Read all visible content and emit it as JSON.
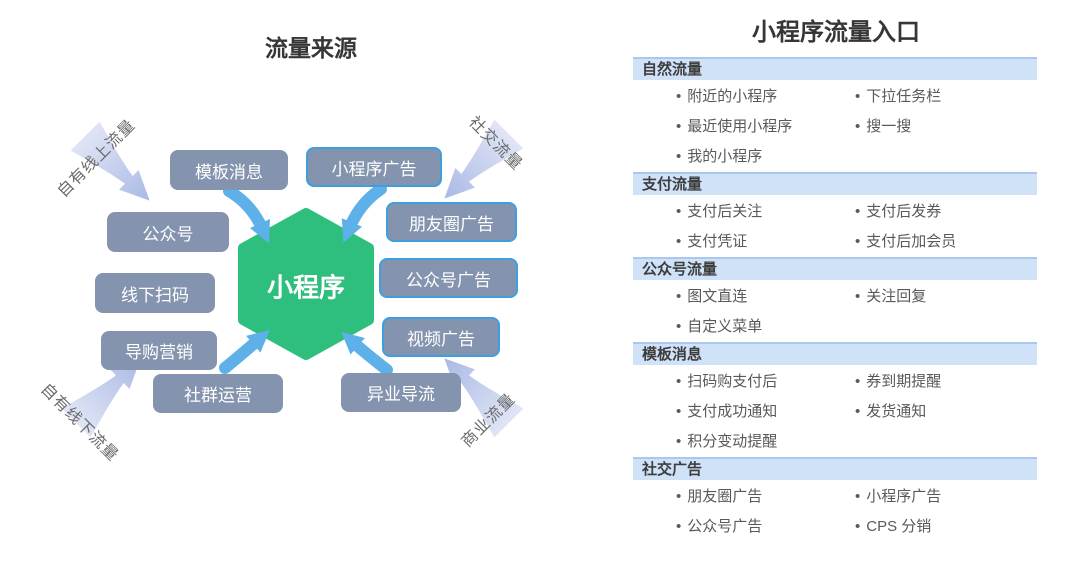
{
  "left_diagram": {
    "title": "流量来源",
    "center_label": "小程序",
    "boxes": {
      "template_message": "模板消息",
      "miniprogram_ad": "小程序广告",
      "official_account": "公众号",
      "moments_ad": "朋友圈广告",
      "offline_scan": "线下扫码",
      "official_account_ad": "公众号广告",
      "shopping_guide": "导购营销",
      "video_ad": "视频广告",
      "community_ops": "社群运营",
      "cross_industry": "异业导流"
    },
    "corner_labels": {
      "top_left": "自有线上流量",
      "top_right": "社交流量",
      "bottom_left": "自有线下流量",
      "bottom_right": "商业流量"
    }
  },
  "right_table": {
    "title": "小程序流量入口",
    "sections": [
      {
        "header": "自然流量",
        "rows": [
          [
            "附近的小程序",
            "下拉任务栏"
          ],
          [
            "最近使用小程序",
            "搜一搜"
          ],
          [
            "我的小程序"
          ]
        ]
      },
      {
        "header": "支付流量",
        "rows": [
          [
            "支付后关注",
            "支付后发券"
          ],
          [
            "支付凭证",
            "支付后加会员"
          ]
        ]
      },
      {
        "header": "公众号流量",
        "rows": [
          [
            "图文直连",
            "关注回复"
          ],
          [
            "自定义菜单"
          ]
        ]
      },
      {
        "header": "模板消息",
        "rows": [
          [
            "扫码购支付后",
            "券到期提醒"
          ],
          [
            "支付成功通知",
            "发货通知"
          ],
          [
            "积分变动提醒"
          ]
        ]
      },
      {
        "header": "社交广告",
        "rows": [
          [
            "朋友圈广告",
            "小程序广告"
          ],
          [
            "公众号广告",
            "CPS 分销"
          ]
        ]
      }
    ]
  },
  "glyphs": {
    "bullet": "•"
  },
  "colors": {
    "hexagon_green": "#2ebe7d",
    "box_fill": "#8494ae",
    "box_border_blue": "#3f9ede",
    "arrow_blue": "#5db1e8",
    "funnel_arrow_light": "#eceff9",
    "funnel_arrow_dark": "#aab9e5",
    "section_band_bg": "#d0e2f8",
    "section_band_border": "#aac7ee",
    "title_text": "#363636",
    "item_text": "#595959"
  }
}
